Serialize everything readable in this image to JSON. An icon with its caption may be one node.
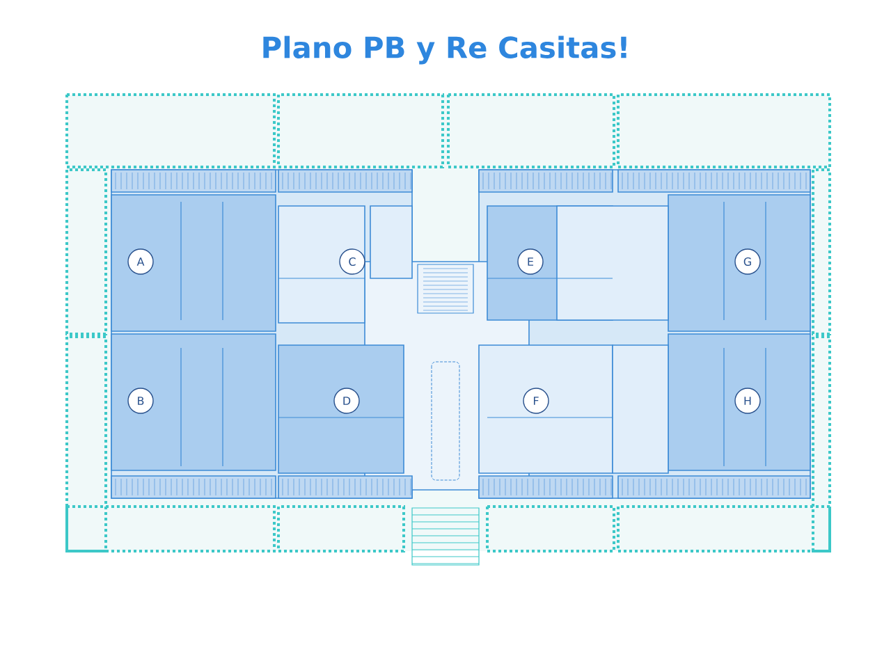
{
  "diagram": {
    "title": "Plano PB y Re Casitas!",
    "nodes": [
      {
        "text": [
          "A"
        ]
      },
      {
        "text": [
          "C"
        ]
      },
      {
        "text": [
          "E"
        ]
      },
      {
        "text": [
          "G"
        ]
      },
      {
        "text": [
          "B"
        ]
      },
      {
        "text": [
          "D"
        ]
      },
      {
        "text": [
          "F"
        ]
      },
      {
        "text": [
          "H"
        ]
      }
    ]
  }
}
